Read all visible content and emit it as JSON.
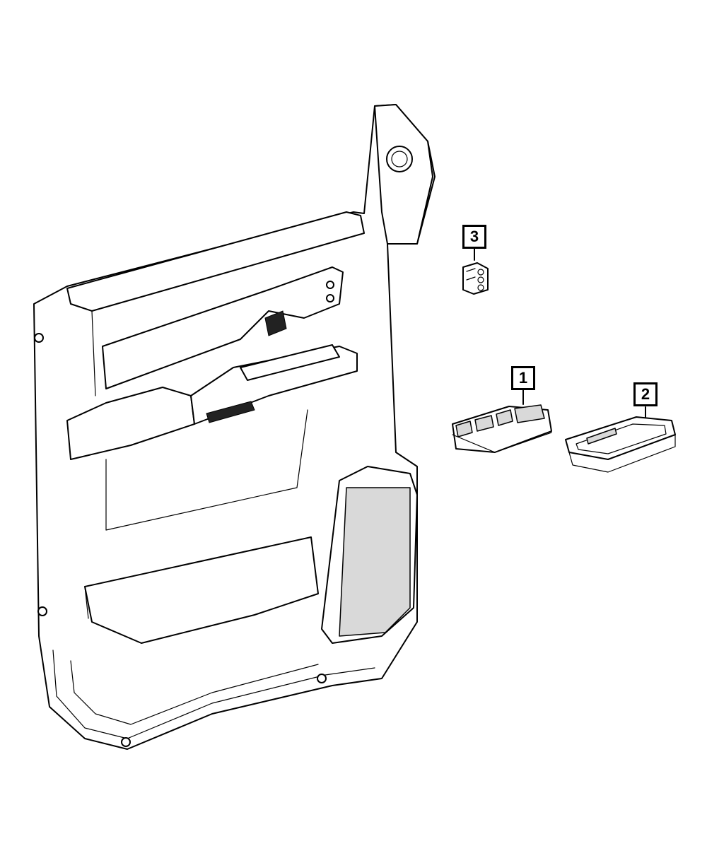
{
  "diagram": {
    "callouts": [
      {
        "id": "callout-1",
        "label": "1"
      },
      {
        "id": "callout-2",
        "label": "2"
      },
      {
        "id": "callout-3",
        "label": "3"
      }
    ]
  }
}
